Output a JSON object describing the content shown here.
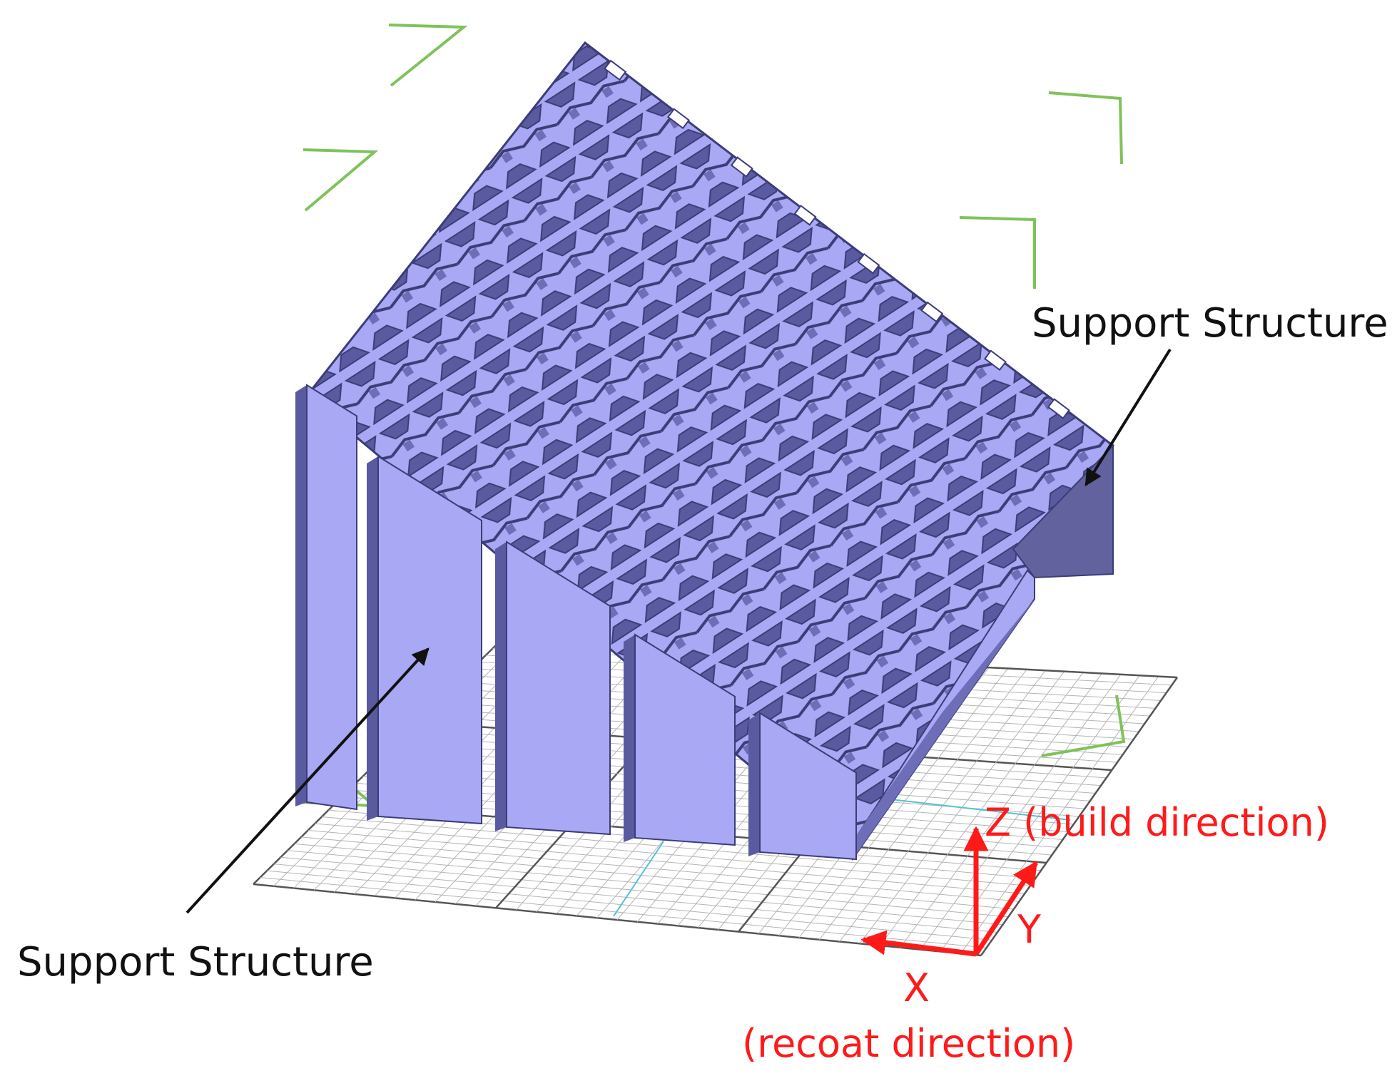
{
  "labels": {
    "support_right": "Support Structure",
    "support_left": "Support Structure",
    "axis_z": "Z (build direction)",
    "axis_y": "Y",
    "axis_x": "X",
    "axis_x_sub": "(recoat direction)"
  },
  "colors": {
    "part_face": "#a8a8f4",
    "part_shadow": "#6e6eb8",
    "part_dark": "#5a5aa0",
    "part_edge": "#3c3c78",
    "support_dark": "#62629e",
    "bbox_green": "#7fc25a",
    "grid_line": "#b4b4b4",
    "grid_major": "#555555",
    "grid_cyan": "#56c0d6",
    "axis_red": "#ff1a1a",
    "annot_black": "#111111"
  }
}
